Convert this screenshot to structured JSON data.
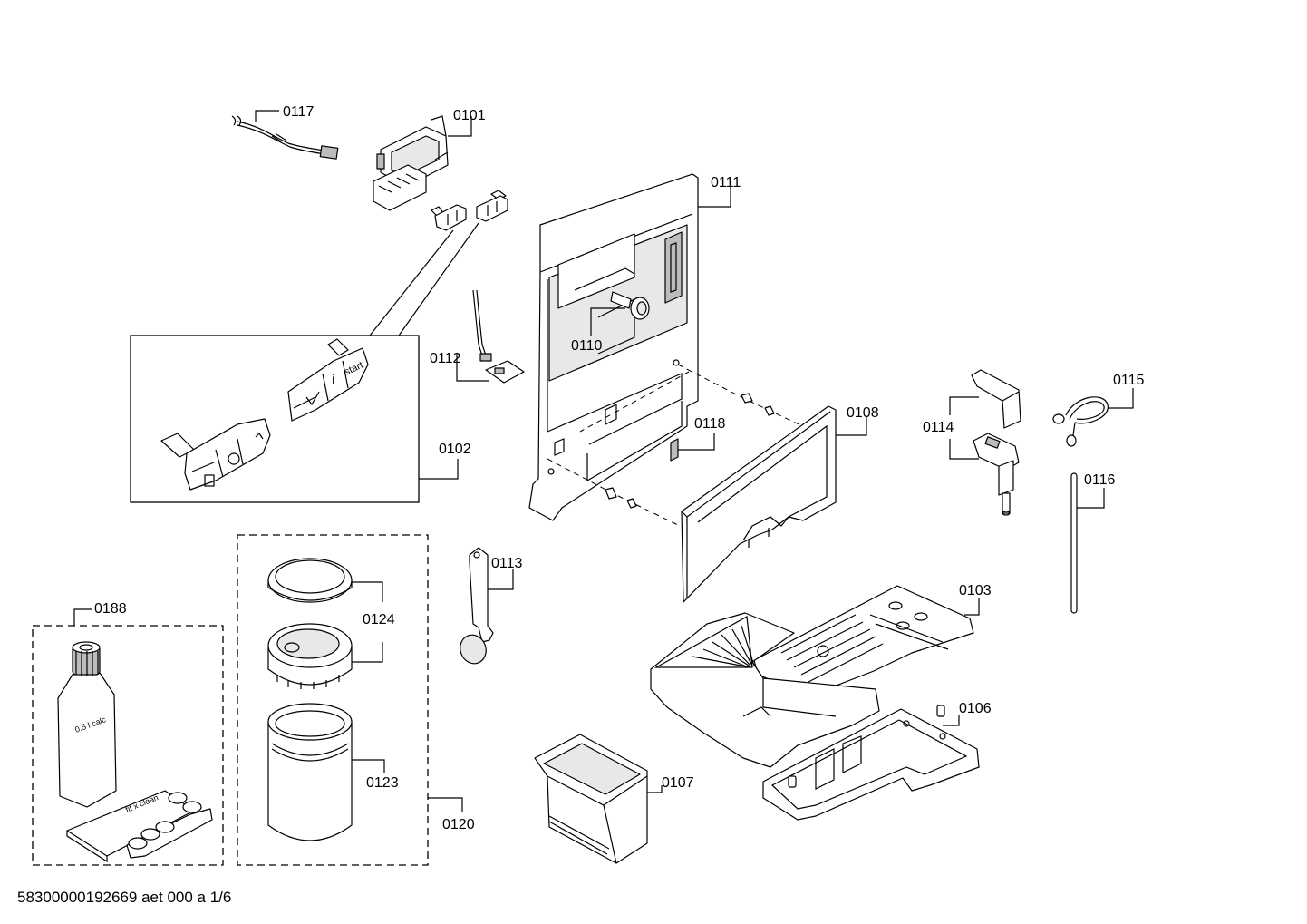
{
  "labels": {
    "p0101": "0101",
    "p0102": "0102",
    "p0103": "0103",
    "p0106": "0106",
    "p0107": "0107",
    "p0108": "0108",
    "p0110": "0110",
    "p0111": "0111",
    "p0112": "0112",
    "p0113": "0113",
    "p0114": "0114",
    "p0115": "0115",
    "p0116": "0116",
    "p0117": "0117",
    "p0118": "0118",
    "p0120": "0120",
    "p0123": "0123",
    "p0124": "0124",
    "p0188": "0188"
  },
  "product_text": {
    "bottle": "0,5 l calc",
    "pack": "fit x clean",
    "button_start": "start",
    "button_info": "i"
  },
  "footer": "58300000192669 aet 000 a 1/6"
}
